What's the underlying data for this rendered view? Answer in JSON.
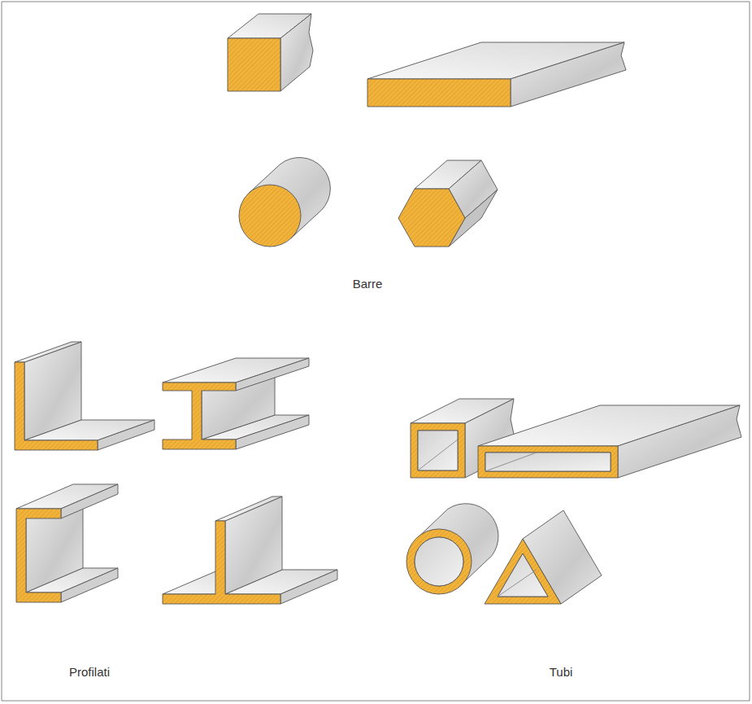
{
  "diagram": {
    "labels": [
      "Barre",
      "Profilati",
      "Tubi"
    ]
  }
}
